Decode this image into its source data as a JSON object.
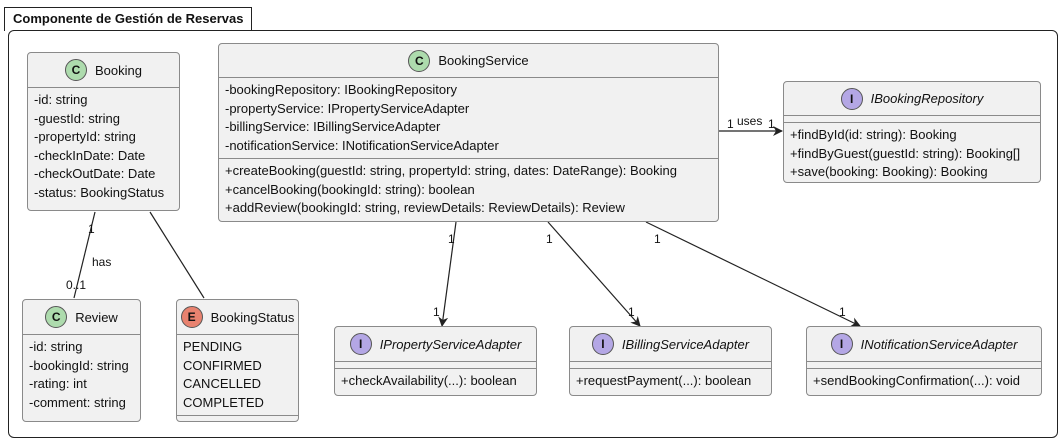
{
  "package": {
    "title": "Componente de Gestión de Reservas"
  },
  "classes": {
    "booking": {
      "badge": "C",
      "name": "Booking",
      "fields": [
        "-id: string",
        "-guestId: string",
        "-propertyId: string",
        "-checkInDate: Date",
        "-checkOutDate: Date",
        "-status: BookingStatus"
      ]
    },
    "review": {
      "badge": "C",
      "name": "Review",
      "fields": [
        "-id: string",
        "-bookingId: string",
        "-rating: int",
        "-comment: string"
      ]
    },
    "booking_status": {
      "badge": "E",
      "name": "BookingStatus",
      "values": [
        "PENDING",
        "CONFIRMED",
        "CANCELLED",
        "COMPLETED"
      ]
    },
    "booking_service": {
      "badge": "C",
      "name": "BookingService",
      "fields": [
        "-bookingRepository: IBookingRepository",
        "-propertyService: IPropertyServiceAdapter",
        "-billingService: IBillingServiceAdapter",
        "-notificationService: INotificationServiceAdapter"
      ],
      "methods": [
        "+createBooking(guestId: string, propertyId: string, dates: DateRange): Booking",
        "+cancelBooking(bookingId: string): boolean",
        "+addReview(bookingId: string, reviewDetails: ReviewDetails): Review"
      ]
    },
    "booking_repository": {
      "badge": "I",
      "name": "IBookingRepository",
      "methods": [
        "+findById(id: string): Booking",
        "+findByGuest(guestId: string): Booking[]",
        "+save(booking: Booking): Booking"
      ]
    },
    "property_adapter": {
      "badge": "I",
      "name": "IPropertyServiceAdapter",
      "methods": [
        "+checkAvailability(...): boolean"
      ]
    },
    "billing_adapter": {
      "badge": "I",
      "name": "IBillingServiceAdapter",
      "methods": [
        "+requestPayment(...): boolean"
      ]
    },
    "notification_adapter": {
      "badge": "I",
      "name": "INotificationServiceAdapter",
      "methods": [
        "+sendBookingConfirmation(...): void"
      ]
    }
  },
  "relations": {
    "booking_review": {
      "label": "has",
      "source_mult": "1",
      "target_mult": "0..1"
    },
    "service_repository": {
      "label": "uses",
      "source_mult": "1",
      "target_mult": "1"
    },
    "service_property": {
      "source_mult": "1",
      "target_mult": "1"
    },
    "service_billing": {
      "source_mult": "1",
      "target_mult": "1"
    },
    "service_notification": {
      "source_mult": "1",
      "target_mult": "1"
    }
  }
}
